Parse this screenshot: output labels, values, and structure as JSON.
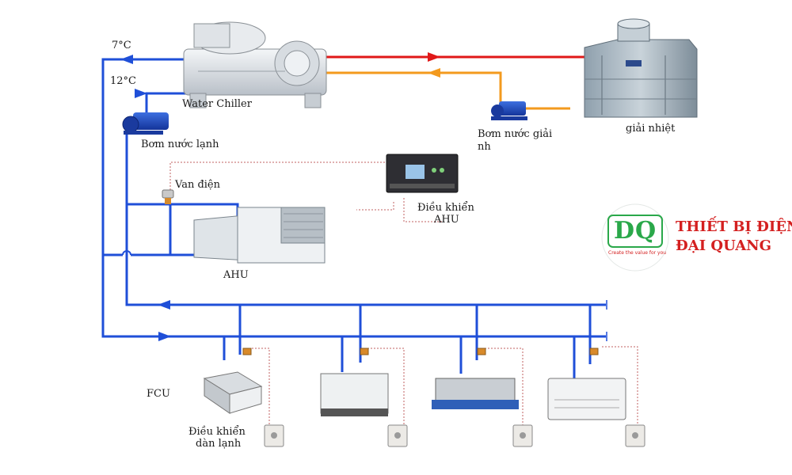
{
  "labels": {
    "temp_supply": "7°C",
    "temp_return": "12°C",
    "chiller": "Water Chiller",
    "chilled_pump": "Bơm nước lạnh",
    "cooling_pump_line1": "Bơm nước giải",
    "cooling_pump_line2": "nh",
    "cooling_tower": "giải nhiệt",
    "valve": "Van điện",
    "ahu_controller_line1": "Điều khiển",
    "ahu_controller_line2": "AHU",
    "ahu": "AHU",
    "fcu": "FCU",
    "fcu_controller_line1": "Điều khiển",
    "fcu_controller_line2": "dàn lạnh"
  },
  "brand": {
    "logo_letters": "DQ",
    "line1": "THIẾT BỊ ĐIỆN",
    "line2": "ĐẠI QUANG",
    "tagline": "Create the value for you"
  },
  "colors": {
    "chilled_water": "#1f4fd8",
    "condenser_supply": "#e01818",
    "condenser_return": "#f39a1e",
    "control_wire": "#c06060",
    "brand_red": "#d42020",
    "brand_green": "#2aa84a"
  }
}
